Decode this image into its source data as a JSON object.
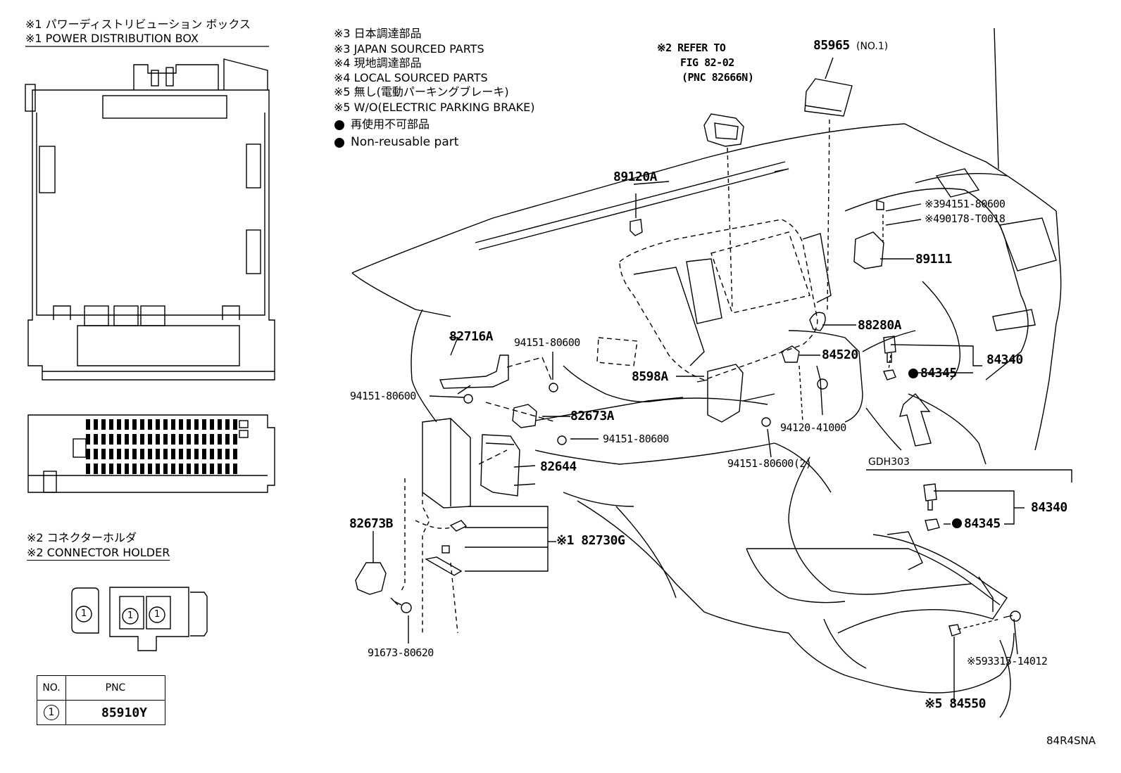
{
  "notes": {
    "pdb_jp": "※1  パワーディストリビューション ボックス",
    "pdb_en": "※1  POWER DISTRIBUTION BOX",
    "ch_jp": "※2 コネクターホルダ",
    "ch_en": "※2 CONNECTOR HOLDER",
    "n3_jp": "※3 日本調達部品",
    "n3_en": "※3 JAPAN SOURCED PARTS",
    "n4_jp": "※4 現地調達部品",
    "n4_en": "※4 LOCAL SOURCED PARTS",
    "n5_jp": "※5 無し(電動パーキングブレーキ)",
    "n5_en": "※5 W/O(ELECTRIC PARKING BRAKE)",
    "nr_jp": "再使用不可部品",
    "nr_en": "Non-reusable part",
    "refer1": "※2 REFER TO",
    "refer2": "FIG 82-02",
    "refer3": "(PNC 82666N)"
  },
  "labels": {
    "p85965": "85965",
    "p85965_no": "(NO.1)",
    "p89120A": "89120A",
    "p94151_a": "※394151-80600",
    "p90178": "※490178-T0018",
    "p89111": "89111",
    "p88280A": "88280A",
    "p84520": "84520",
    "p84340_a": "84340",
    "p84345_a": "84345",
    "p82716A": "82716A",
    "p94151_b": "94151-80600",
    "p94151_c": "94151-80600",
    "p8598A": "8598A",
    "p82673A": "82673A",
    "p94151_d": "94151-80600",
    "p94120": "94120-41000",
    "p82644": "82644",
    "p94151_e": "94151-80600(2)",
    "gdh": "GDH303",
    "p84340_b": "84340",
    "p84345_b": "84345",
    "p82673B": "82673B",
    "p82730G": "※1 82730G",
    "p91673": "91673-80620",
    "p93315": "※593315-14012",
    "p84550": "※5 84550",
    "code": "84R4SNA"
  },
  "table": {
    "h_no": "NO.",
    "h_pnc": "PNC",
    "row_no": "1",
    "row_pnc": "85910Y"
  },
  "holder_marks": [
    "1",
    "1",
    "1"
  ]
}
